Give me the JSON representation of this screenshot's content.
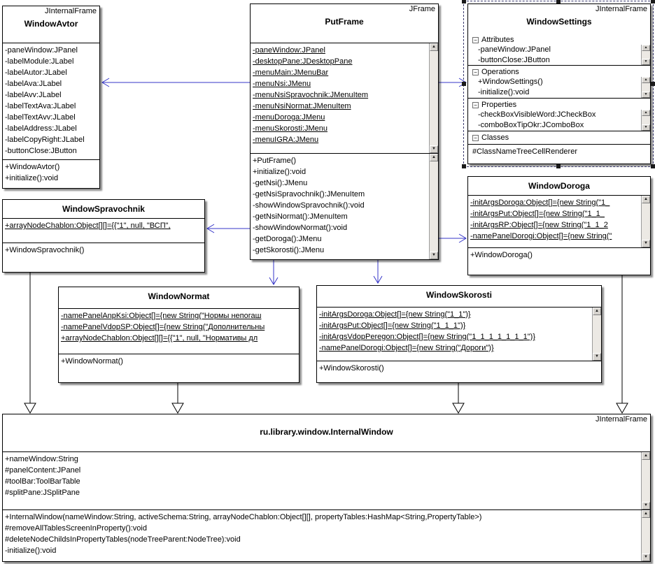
{
  "colors": {
    "association": "#3535c8",
    "generalization": "#000000",
    "selection_handle": "#1a1a1a"
  },
  "icons": {
    "collapse": "−",
    "scroll_up": "▲",
    "scroll_down": "▼"
  },
  "classes": {
    "windowAvtor": {
      "stereotype": "JInternalFrame",
      "name": "WindowAvtor",
      "attributes": [
        "-paneWindow:JPanel",
        "-labelModule:JLabel",
        "-labelAutor:JLabel",
        "-labelAva:JLabel",
        "-labelAvv:JLabel",
        "-labelTextAva:JLabel",
        "-labelTextAvv:JLabel",
        "-labelAddress:JLabel",
        "-labelCopyRight:JLabel",
        "-buttonClose:JButton"
      ],
      "methods": [
        "+WindowAvtor()",
        "+initialize():void"
      ]
    },
    "putFrame": {
      "stereotype": "JFrame",
      "name": "PutFrame",
      "attributes": [
        {
          "t": "-paneWindow:JPanel",
          "u": true
        },
        {
          "t": "-desktopPane:JDesktopPane",
          "u": true
        },
        {
          "t": "-menuMain:JMenuBar",
          "u": true
        },
        {
          "t": "-menuNsi:JMenu",
          "u": true
        },
        {
          "t": "-menuNsiSpravochnik:JMenuItem",
          "u": true
        },
        {
          "t": "-menuNsiNormat:JMenuItem",
          "u": true
        },
        {
          "t": "-menuDoroga:JMenu",
          "u": true
        },
        {
          "t": "-menuSkorosti:JMenu",
          "u": true
        },
        {
          "t": "-menuIGRA:JMenu",
          "u": true
        }
      ],
      "methods": [
        "+PutFrame()",
        "+initialize():void",
        "-getNsi():JMenu",
        "-getNsiSpravochnik():JMenuItem",
        "-showWindowSpravochnik():void",
        "-getNsiNormat():JMenuItem",
        "-showWindowNormat():void",
        "-getDoroga():JMenu",
        "-getSkorosti():JMenu"
      ]
    },
    "windowSettings": {
      "stereotype": "JInternalFrame",
      "name": "WindowSettings",
      "sections": [
        {
          "title": "Attributes",
          "items": [
            "-paneWindow:JPanel",
            "-buttonClose:JButton"
          ]
        },
        {
          "title": "Operations",
          "items": [
            "+WindowSettings()",
            "-initialize():void"
          ]
        },
        {
          "title": "Properties",
          "items": [
            "-checkBoxVisibleWord:JCheckBox",
            "-comboBoxTipOkr:JComboBox"
          ]
        },
        {
          "title": "Classes",
          "items": [
            "#ClassNameTreeCellRenderer"
          ]
        }
      ]
    },
    "windowSpravochnik": {
      "name": "WindowSpravochnik",
      "attributes": [
        {
          "t": "+arrayNodeChablon:Object[][]={{\"1\", null, \"ВСП\",",
          "u": true
        }
      ],
      "methods": [
        "+WindowSpravochnik()"
      ]
    },
    "windowDoroga": {
      "name": "WindowDoroga",
      "attributes": [
        {
          "t": "-initArgsDoroga:Object[]={new String(\"1_",
          "u": true
        },
        {
          "t": "-initArgsPut:Object[]={new String(\"1_1_",
          "u": true
        },
        {
          "t": "-initArgsRP:Object[]={new String(\"1_1_2",
          "u": true
        },
        {
          "t": "-namePanelDorogi:Object[]={new String(\"",
          "u": true
        }
      ],
      "methods": [
        "+WindowDoroga()"
      ]
    },
    "windowNormat": {
      "name": "WindowNormat",
      "attributes": [
        {
          "t": "-namePanelAnpKsi:Object[]={new String(\"Нормы непогаш",
          "u": true
        },
        {
          "t": "-namePanelVdopSP:Object[]={new String(\"Дополнительны",
          "u": true
        },
        {
          "t": "+arrayNodeChablon:Object[][]={{\"1\", null, \"Нормативы дл",
          "u": true
        }
      ],
      "methods": [
        "+WindowNormat()"
      ]
    },
    "windowSkorosti": {
      "name": "WindowSkorosti",
      "attributes": [
        {
          "t": "-initArgsDoroga:Object[]={new String(\"1_1\")}",
          "u": true
        },
        {
          "t": "-initArgsPut:Object[]={new String(\"1_1_1\")}",
          "u": true
        },
        {
          "t": "-initArgsVdopPeregon:Object[]={new String(\"1_1_1_1_1_1_1\")}",
          "u": true
        },
        {
          "t": "-namePanelDorogi:Object[]={new String(\"Дороги\")}",
          "u": true
        }
      ],
      "methods": [
        "+WindowSkorosti()"
      ]
    },
    "internalWindow": {
      "stereotype": "JInternalFrame",
      "name": "ru.library.window.InternalWindow",
      "attributes": [
        "+nameWindow:String",
        "#panelContent:JPanel",
        "#toolBar:ToolBarTable",
        "#splitPane:JSplitPane"
      ],
      "methods": [
        "+InternalWindow(nameWindow:String, activeSchema:String, arrayNodeChablon:Object[][], propertyTables:HashMap<String,PropertyTable>)",
        "#removeAllTablesScreenInProperty():void",
        "#deleteNodeChildsInPropertyTables(nodeTreeParent:NodeTree):void",
        "-initialize():void"
      ]
    }
  }
}
